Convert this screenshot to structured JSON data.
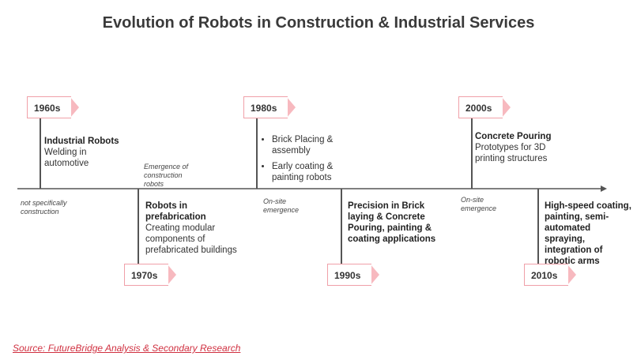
{
  "title": "Evolution of Robots in Construction & Industrial Services",
  "colors": {
    "tag_arrow": "#f7b9bf",
    "tag_border": "#f0a0a8",
    "axis": "#555555",
    "source": "#d03040"
  },
  "milestones": [
    {
      "decade": "1960s",
      "heading": "Industrial Robots",
      "body": "Welding in automotive",
      "note": "not specifically construction"
    },
    {
      "decade": "1970s",
      "heading": "Robots in prefabrication",
      "body": "Creating modular components of prefabricated buildings",
      "note": "Emergence of construction robots"
    },
    {
      "decade": "1980s",
      "bullets": [
        "Brick Placing & assembly",
        "Early coating & painting robots"
      ],
      "note": "On-site emergence"
    },
    {
      "decade": "1990s",
      "heading": "Precision in Brick laying & Concrete Pouring, painting & coating applications"
    },
    {
      "decade": "2000s",
      "heading": "Concrete Pouring",
      "body": "Prototypes for 3D printing structures",
      "note": "On-site emergence"
    },
    {
      "decade": "2010s",
      "heading": "High-speed coating, painting, semi-automated spraying, integration of robotic arms"
    }
  ],
  "source": "Source: FutureBridge Analysis & Secondary Research"
}
